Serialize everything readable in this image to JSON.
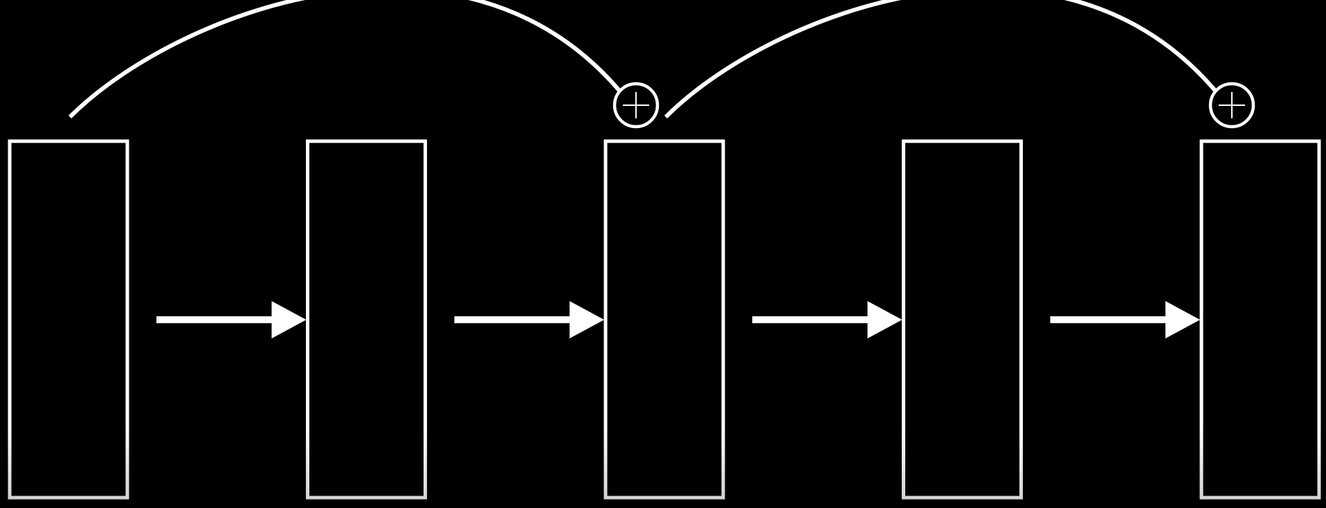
{
  "diagram": {
    "background": "#000000",
    "stroke_color": "#ffffff",
    "blocks": [
      {
        "id": "block-1"
      },
      {
        "id": "block-2"
      },
      {
        "id": "block-3"
      },
      {
        "id": "block-4"
      },
      {
        "id": "block-5"
      }
    ],
    "arrows": [
      {
        "from": "block-1",
        "to": "block-2"
      },
      {
        "from": "block-2",
        "to": "block-3"
      },
      {
        "from": "block-3",
        "to": "block-4"
      },
      {
        "from": "block-4",
        "to": "block-5"
      }
    ],
    "skip_connections": [
      {
        "from": "block-1",
        "to": "block-3",
        "join": "add",
        "join_icon": "plus-circle-icon"
      },
      {
        "from": "block-3",
        "to": "block-5",
        "join": "add",
        "join_icon": "plus-circle-icon"
      }
    ]
  }
}
